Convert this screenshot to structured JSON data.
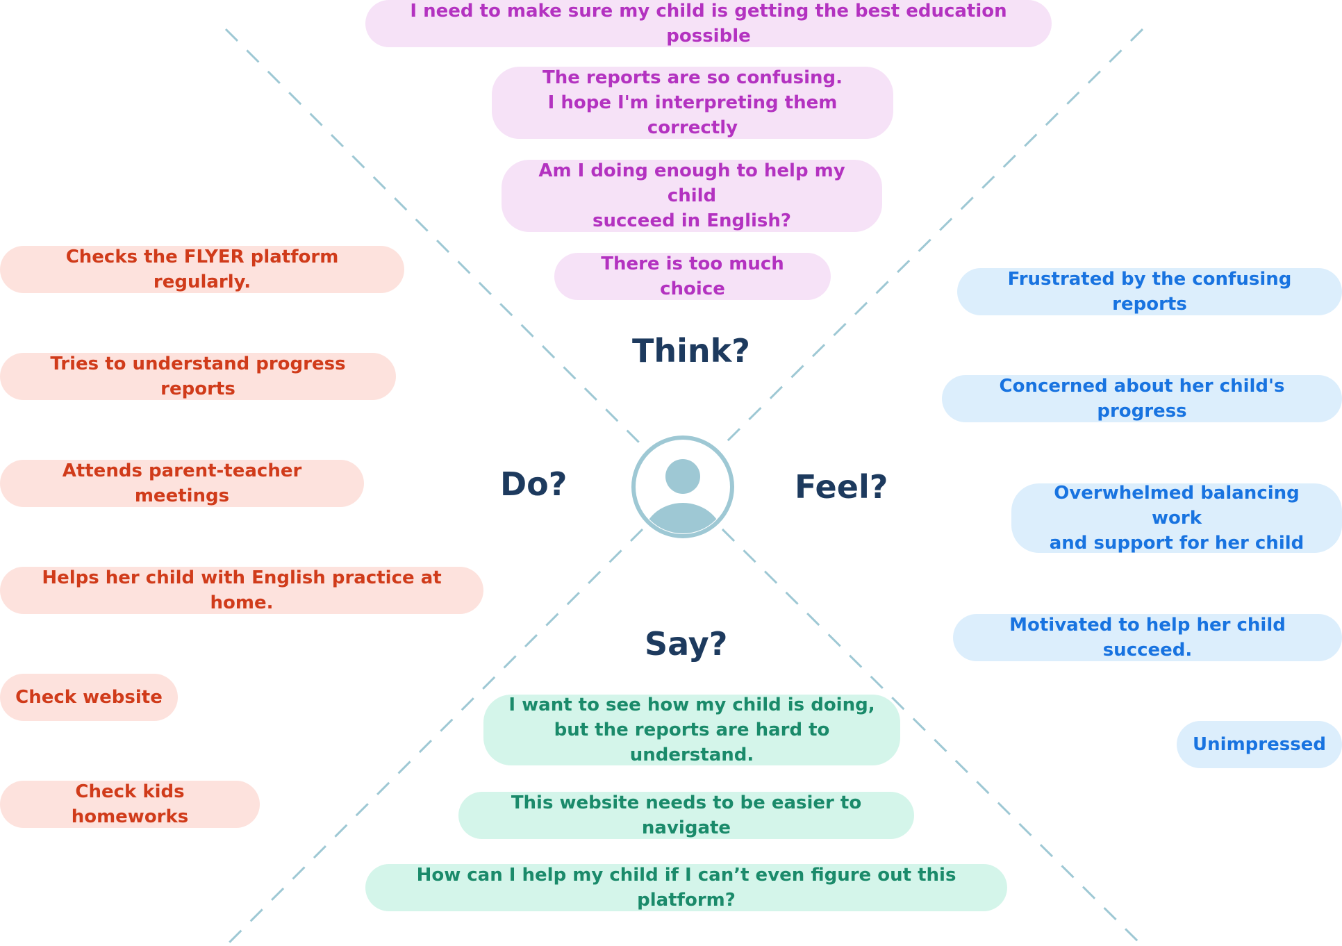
{
  "quadrant_labels": {
    "think": "Think?",
    "do": "Do?",
    "feel": "Feel?",
    "say": "Say?"
  },
  "think_items": [
    "I need to make sure my child is getting the best education possible",
    "The reports are so confusing.\nI hope I'm interpreting them correctly",
    "Am I doing enough to help my child\nsucceed in English?",
    "There is too much choice"
  ],
  "do_items": [
    "Checks the FLYER platform regularly.",
    "Tries to understand progress reports",
    "Attends parent-teacher meetings",
    "Helps her child with English practice at home.",
    "Check website",
    "Check kids homeworks"
  ],
  "feel_items": [
    "Frustrated by the confusing reports",
    "Concerned about her child's progress",
    "Overwhelmed balancing work\nand support for her child",
    "Motivated to help her child succeed.",
    "Unimpressed"
  ],
  "say_items": [
    "I want to see how my child is doing,\nbut the reports are hard to understand.",
    "This website needs to be easier to navigate",
    "How can I help my child if I can’t even figure out this platform?"
  ],
  "avatar_icon": "person-icon",
  "colors": {
    "think_bg": "#f6e2f7",
    "think_text": "#b332c0",
    "do_bg": "#fde2dd",
    "do_text": "#d03b1a",
    "feel_bg": "#dceefc",
    "feel_text": "#1873e0",
    "say_bg": "#d4f5ea",
    "say_text": "#1a8a6a",
    "label_text": "#1d3a5e",
    "divider": "#9ec8d4",
    "avatar": "#9ec8d4"
  }
}
